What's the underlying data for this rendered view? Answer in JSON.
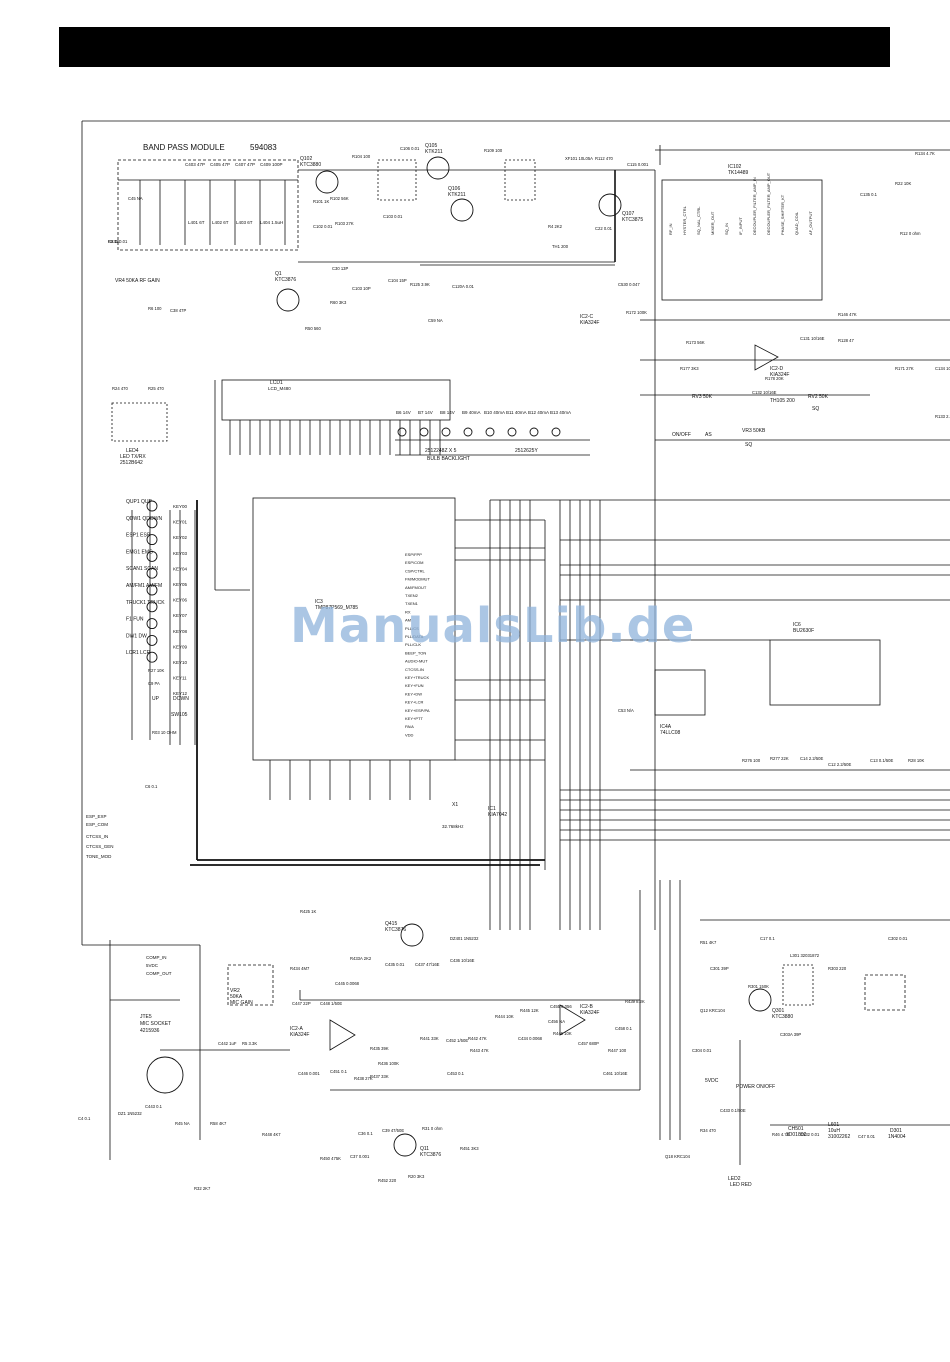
{
  "header": {
    "bar_color": "#000000"
  },
  "watermark": {
    "text": "ManualsLib.de",
    "color": "#8fb4dc"
  },
  "band_pass": {
    "title": "BAND PASS MODULE",
    "part": "594083"
  },
  "caps_top": [
    "C403 47P",
    "C405 47P",
    "C407 47P",
    "C409 100P"
  ],
  "coils": [
    "L401 6T",
    "L402 6T",
    "L403 6T",
    "L404 1.5uH"
  ],
  "transistors": {
    "q102": "Q102",
    "q102_part": "KTC3880",
    "q105": "Q105",
    "q105_part": "KTK211",
    "q106": "Q106",
    "q106_part": "KTK211",
    "q107": "Q107",
    "q107_part": "KTC3875",
    "q1": "Q1",
    "q1_part": "KTC3876",
    "q415": "Q415",
    "q415_part": "KTC3876",
    "q11": "Q11",
    "q11_part": "KTC3876",
    "q301": "Q301",
    "q301_part": "KTC3880"
  },
  "ics": {
    "ic102": "IC102",
    "ic102_part": "TK14489",
    "ic3": "IC3",
    "ic3_part": "TMP87P569_M785",
    "ic6": "IC6",
    "ic6_part": "BU2630F",
    "ic4a": "IC4A",
    "ic4a_part": "74LLC08",
    "ic1": "IC1",
    "ic1_part": "KIA7042",
    "ic2c": "IC2-C",
    "ic2c_part": "KIA324F",
    "ic2d": "IC2-D",
    "ic2d_part": "KIA324F",
    "ic2a": "IC2-A",
    "ic2a_part": "KIA324F",
    "ic2b": "IC2-B",
    "ic2b_part": "KIA324F"
  },
  "xtal": {
    "ref": "X1",
    "freq": "32.768kHz"
  },
  "lcd": {
    "ref": "LCD1",
    "part": "LCD_M480"
  },
  "led_tx": {
    "ref": "LED4",
    "label": "LED TX/RX",
    "part": "2512B642"
  },
  "led_red": {
    "ref": "LED2",
    "label": "LED RED"
  },
  "backlight": {
    "label": "BULB BACKLIGHT",
    "part_a": "2512248Z X 5",
    "part_b": "2512625Y",
    "bulbs": [
      "B6 14V",
      "B7 14V",
      "B8 14V",
      "B9 40mA",
      "B10 40mA",
      "B11 40mA",
      "B12 40mA",
      "B13 40mA"
    ]
  },
  "key_buttons": [
    "QUP1 QUP",
    "QDW1 QDOWN",
    "ESP1 ESP",
    "EMG1 EMG",
    "SCAN1 SCAN",
    "AM/FM1 AM/FM",
    "TRUCK1 TRUCK",
    "F1 FUN",
    "DW1 DW",
    "LCR1 LCR"
  ],
  "key_lines": [
    "KEY00",
    "KEY01",
    "KEY02",
    "KEY03",
    "KEY04",
    "KEY05",
    "KEY06",
    "KEY07",
    "KEY08",
    "KEY09",
    "KEY10",
    "KEY11",
    "KEY12"
  ],
  "updown": {
    "up": "UP",
    "down": "DOWN",
    "sw": "SW105"
  },
  "ic3_right_pins": [
    "ESP/FPP",
    "ESP/COM",
    "CSP/CTRL",
    "FM/MODMUT",
    "AM/FMOUT",
    "TXEN2",
    "TXEN1",
    "RX",
    "AM",
    "PLL/CS",
    "PLL/DATA",
    "PLL/CLK",
    "BEEP_TON",
    "AUDIO-MUT",
    "CTCSS-IN",
    "KEY+TRUCK",
    "KEY+FUN",
    "KEY+DW",
    "KEY+LCR",
    "KEY+ESP/PA",
    "KEY+PTT",
    "PA/A",
    "VDD"
  ],
  "mic": {
    "socket_ref": "JTE5",
    "socket_label": "MIC SOCKET",
    "socket_part": "4215936",
    "vr2": "VR2",
    "vr2_val": "50KA",
    "vr2_label": "MIC GAIN"
  },
  "pins_left": [
    "ESP_EXP",
    "ESP_COM",
    "CTCSS_IN",
    "CTCSS_GEN",
    "TONE_MOD"
  ],
  "pins_mic": [
    "COMP_IN",
    "5VDC",
    "COMP_OUT"
  ],
  "power": {
    "label": "POWER ON/OFF",
    "vdc": "5VDC",
    "choke": "CH501",
    "choke_part": "3D01802",
    "coil": "L601",
    "coil_val": "10uH",
    "coil_part": "31002262",
    "diode": "D301",
    "diode_part": "1N4004"
  },
  "ctrl_labels": {
    "on_off": "ON/OFF",
    "as": "AS",
    "rv3": "RV3 50K",
    "vr3": "VR3 50KB",
    "sq": "SQ",
    "rv2": "RV2 50K",
    "sq2": "SQ",
    "rf_gain": "VR4 50KA RF GAIN",
    "th105": "TH105 200"
  },
  "ic102_pins": [
    "RF_IN",
    "HYSTER_CTRL",
    "SQ_NAL_CTRL",
    "MIXER_OUT",
    "SQ_IN",
    "IF_INPUT",
    "DECOUPLER_FILTER_AMP_IN",
    "DECOUPLER_FILTER_AMP_OUT",
    "PHASE_SHIFTER_KT",
    "QUAD_COIL",
    "AF_OUTPUT"
  ],
  "parts_misc": [
    "R2 1K",
    "C45 NA",
    "R24 470",
    "R25 470",
    "R104 100",
    "C106 0.01",
    "R109 100",
    "R112 470",
    "C115 0.001",
    "XF101 10L05A",
    "TH1 200",
    "R4 2K2",
    "C22 0.01",
    "R6 100",
    "C38 47P",
    "R101 1K",
    "R102 56K",
    "R103 27K",
    "C102 0.01",
    "C103 0.01",
    "C30 13P",
    "C103 10P",
    "C104 15P",
    "R125 3.9K",
    "C120A 0.01",
    "R60 3K3",
    "R50 560",
    "C59 NA",
    "C530 0.047",
    "R172 100K",
    "R173 56K",
    "R177 3K3",
    "R178 20K",
    "C132 10/16E",
    "C131 10/16E",
    "R128 47",
    "R146 47K",
    "R171 27K",
    "C134 10/16E",
    "R133 2.2M",
    "R134 4.7K",
    "R22 10K",
    "C135 0.1",
    "R12 0 ohm",
    "C53 N/A",
    "R276 100",
    "R277 22K",
    "C14 2.2/50E",
    "C12 2.2/50E",
    "C13 0.1/50E",
    "R28 10K",
    "R27 10K",
    "C9 PA",
    "R03 10 OHM",
    "C6 0.1",
    "R5 3.3K",
    "C442 1uF",
    "C4 0.1",
    "DZ1 1N5232",
    "C443 0.1",
    "R45 NA",
    "R58 4K7",
    "R32 2K7",
    "R448 4K7",
    "R450 475K",
    "C36 0.1",
    "C37 0.001",
    "R452 220",
    "R20 3K3",
    "R451 3K3",
    "C39 47/50E",
    "R31 0 ohm",
    "R425 1K",
    "DZ401 1N5232",
    "C436 10/16E",
    "C437 47/16E",
    "C435 0.01",
    "R433A 2K2",
    "R434 4M7",
    "C445 0.0068",
    "C447 22P",
    "C448 1/50E",
    "R435 39K",
    "R436 100K",
    "R437 33K",
    "R438 27K",
    "R441 33K",
    "C446 0.001",
    "C451 0.1",
    "C453 0.1",
    "C452 1/50E",
    "R442 47K",
    "R443 47K",
    "R444 10K",
    "R445 12K",
    "C434 0.0068",
    "C455 0.056",
    "C456 NA",
    "R446 10K",
    "C457 680P",
    "C458 0.1",
    "R439 8.2K",
    "R447 100",
    "C461 10/16E",
    "R51 4K7",
    "C17 0.1",
    "C301 39P",
    "Q12 KRC104",
    "R301 150K",
    "L301 32031872",
    "C302 0.01",
    "R303 220",
    "C303A 39P",
    "C304 0.01",
    "C433 0.1/50E",
    "R34 470",
    "Q18 KRC104",
    "R46 4.7K",
    "C532 0.01",
    "C47 0.01",
    "C531 0.01"
  ]
}
